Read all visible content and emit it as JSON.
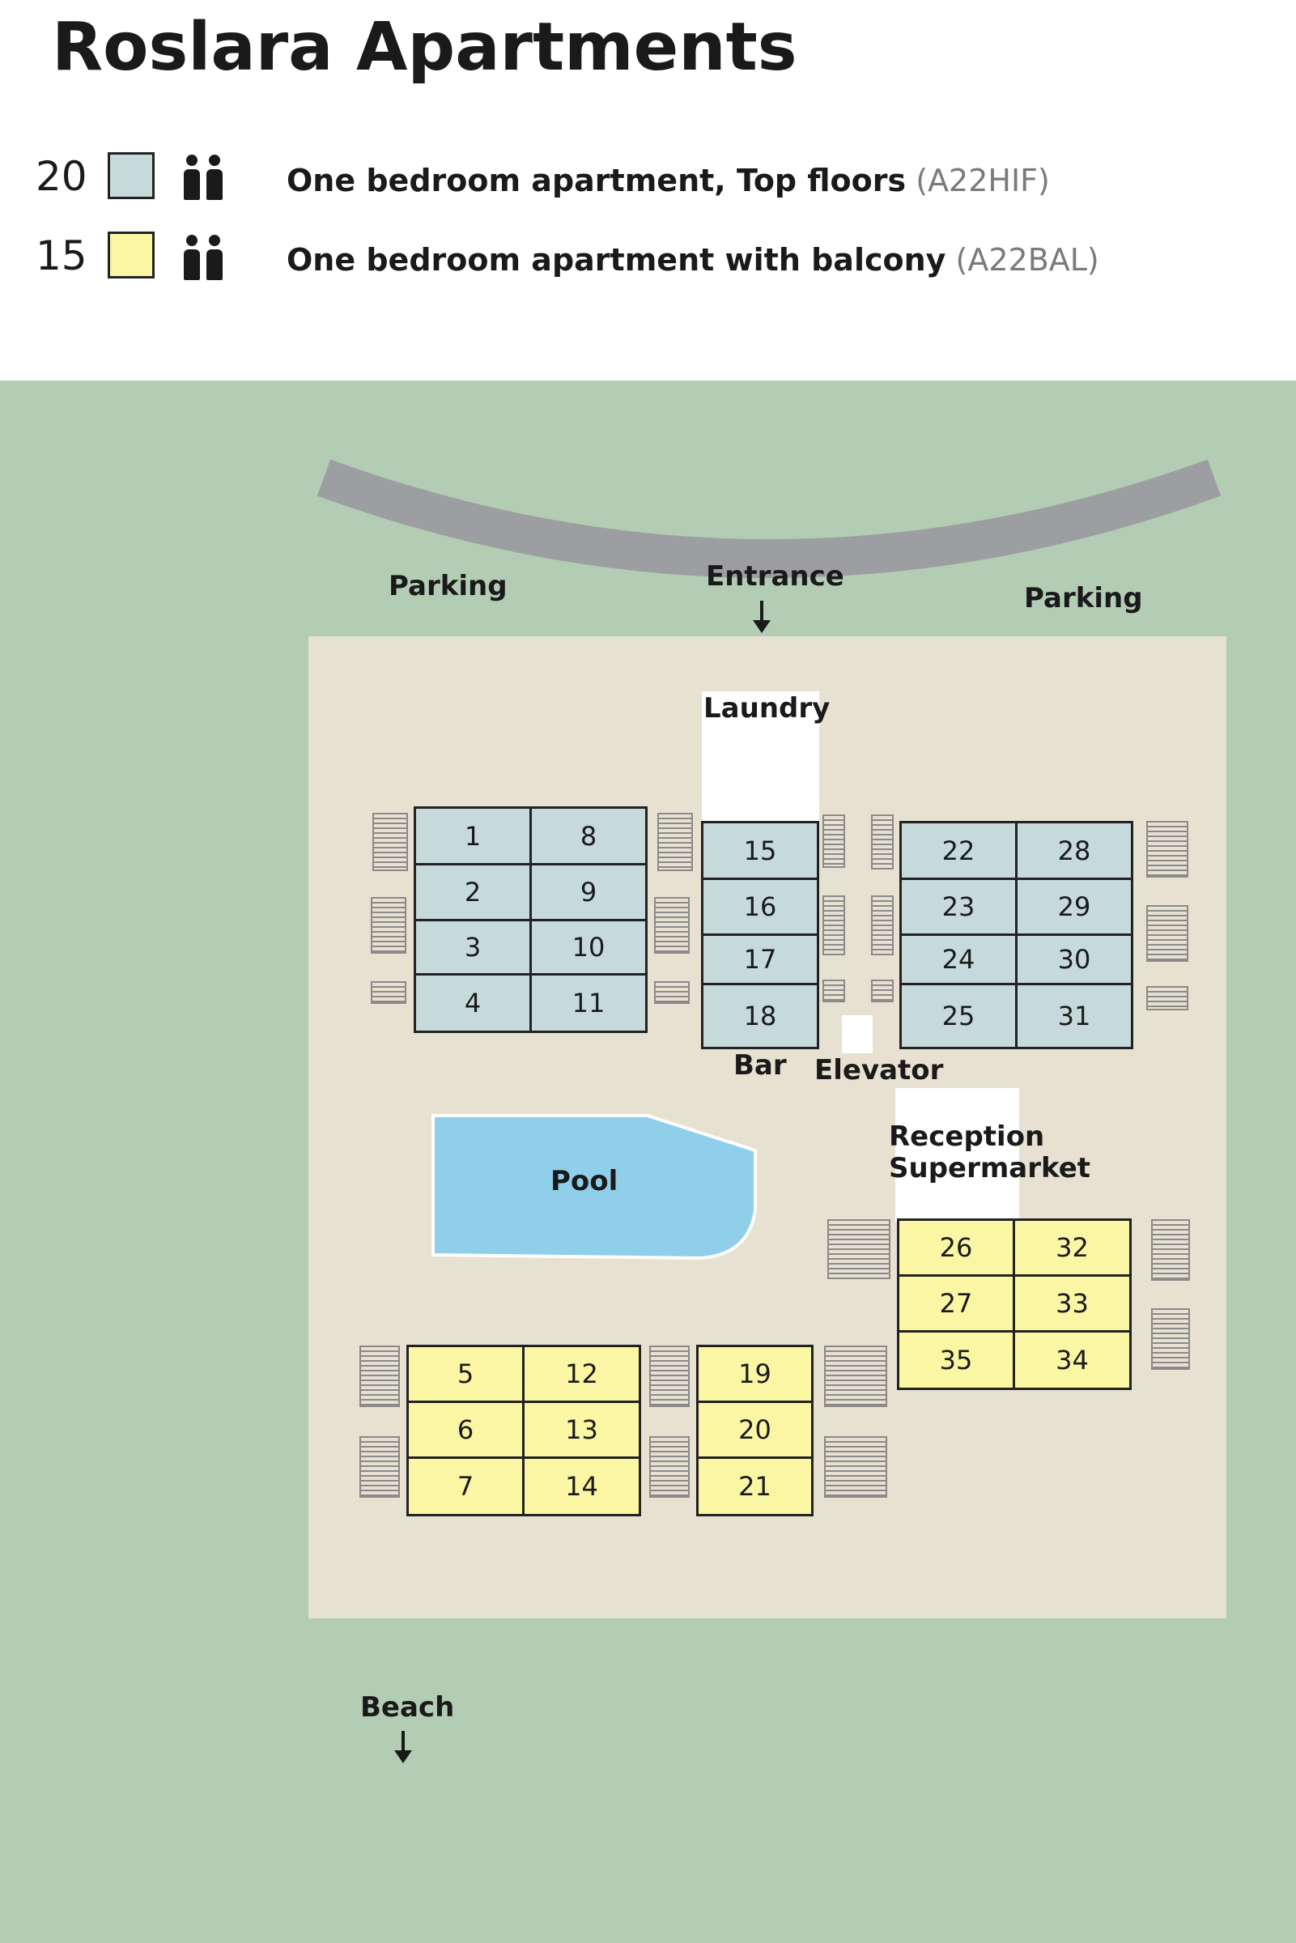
{
  "title": "Roslara Apartments",
  "legend": [
    {
      "count": "20",
      "color": "#c7dadb",
      "icon": "two-persons-icon",
      "label": "One bedroom apartment, Top floors",
      "code": "(A22HIF)"
    },
    {
      "count": "15",
      "color": "#fbf6a3",
      "icon": "two-persons-icon",
      "label": "One bedroom apartment with balcony",
      "code": "(A22BAL)"
    }
  ],
  "colors": {
    "grass": "#b3cdb5",
    "site": "#e7e1d1",
    "road": "#9d9ea1",
    "pool": "#8fcfea",
    "blue_room": "#c7dadb",
    "yellow_room": "#fbf6a3"
  },
  "map": {
    "parking_left": "Parking",
    "parking_right": "Parking",
    "entrance": "Entrance",
    "laundry": "Laundry",
    "bar": "Bar",
    "elevator": "Elevator",
    "reception": "Reception",
    "supermarket": "Supermarket",
    "pool": "Pool",
    "beach": "Beach"
  },
  "rooms": {
    "r1": "1",
    "r2": "2",
    "r3": "3",
    "r4": "4",
    "r5": "5",
    "r6": "6",
    "r7": "7",
    "r8": "8",
    "r9": "9",
    "r10": "10",
    "r11": "11",
    "r12": "12",
    "r13": "13",
    "r14": "14",
    "r15": "15",
    "r16": "16",
    "r17": "17",
    "r18": "18",
    "r19": "19",
    "r20": "20",
    "r21": "21",
    "r22": "22",
    "r23": "23",
    "r24": "24",
    "r25": "25",
    "r26": "26",
    "r27": "27",
    "r28": "28",
    "r29": "29",
    "r30": "30",
    "r31": "31",
    "r32": "32",
    "r33": "33",
    "r34": "34",
    "r35": "35"
  }
}
